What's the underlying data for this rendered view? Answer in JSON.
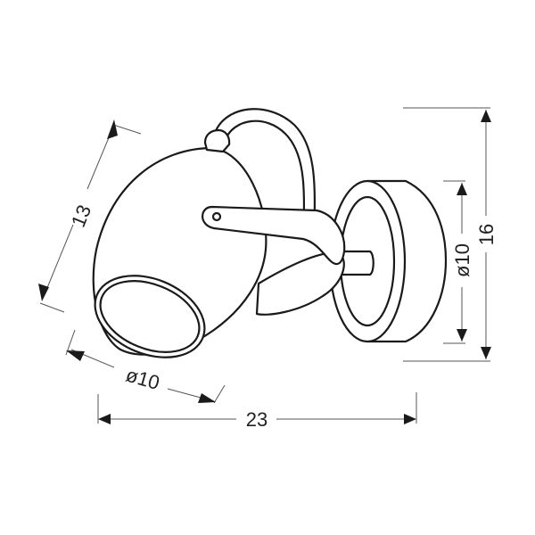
{
  "diagram": {
    "subject": "Wall spotlight lamp dimension drawing",
    "colors": {
      "line": "#1a1a1a",
      "dimension_line": "#555555",
      "background": "#ffffff"
    },
    "dimensions": {
      "shade_height": {
        "label": "13"
      },
      "shade_diameter": {
        "label": "ø10"
      },
      "total_depth": {
        "label": "23"
      },
      "base_diameter": {
        "label": "ø10"
      },
      "total_height": {
        "label": "16"
      }
    },
    "unit_hint": "cm"
  }
}
